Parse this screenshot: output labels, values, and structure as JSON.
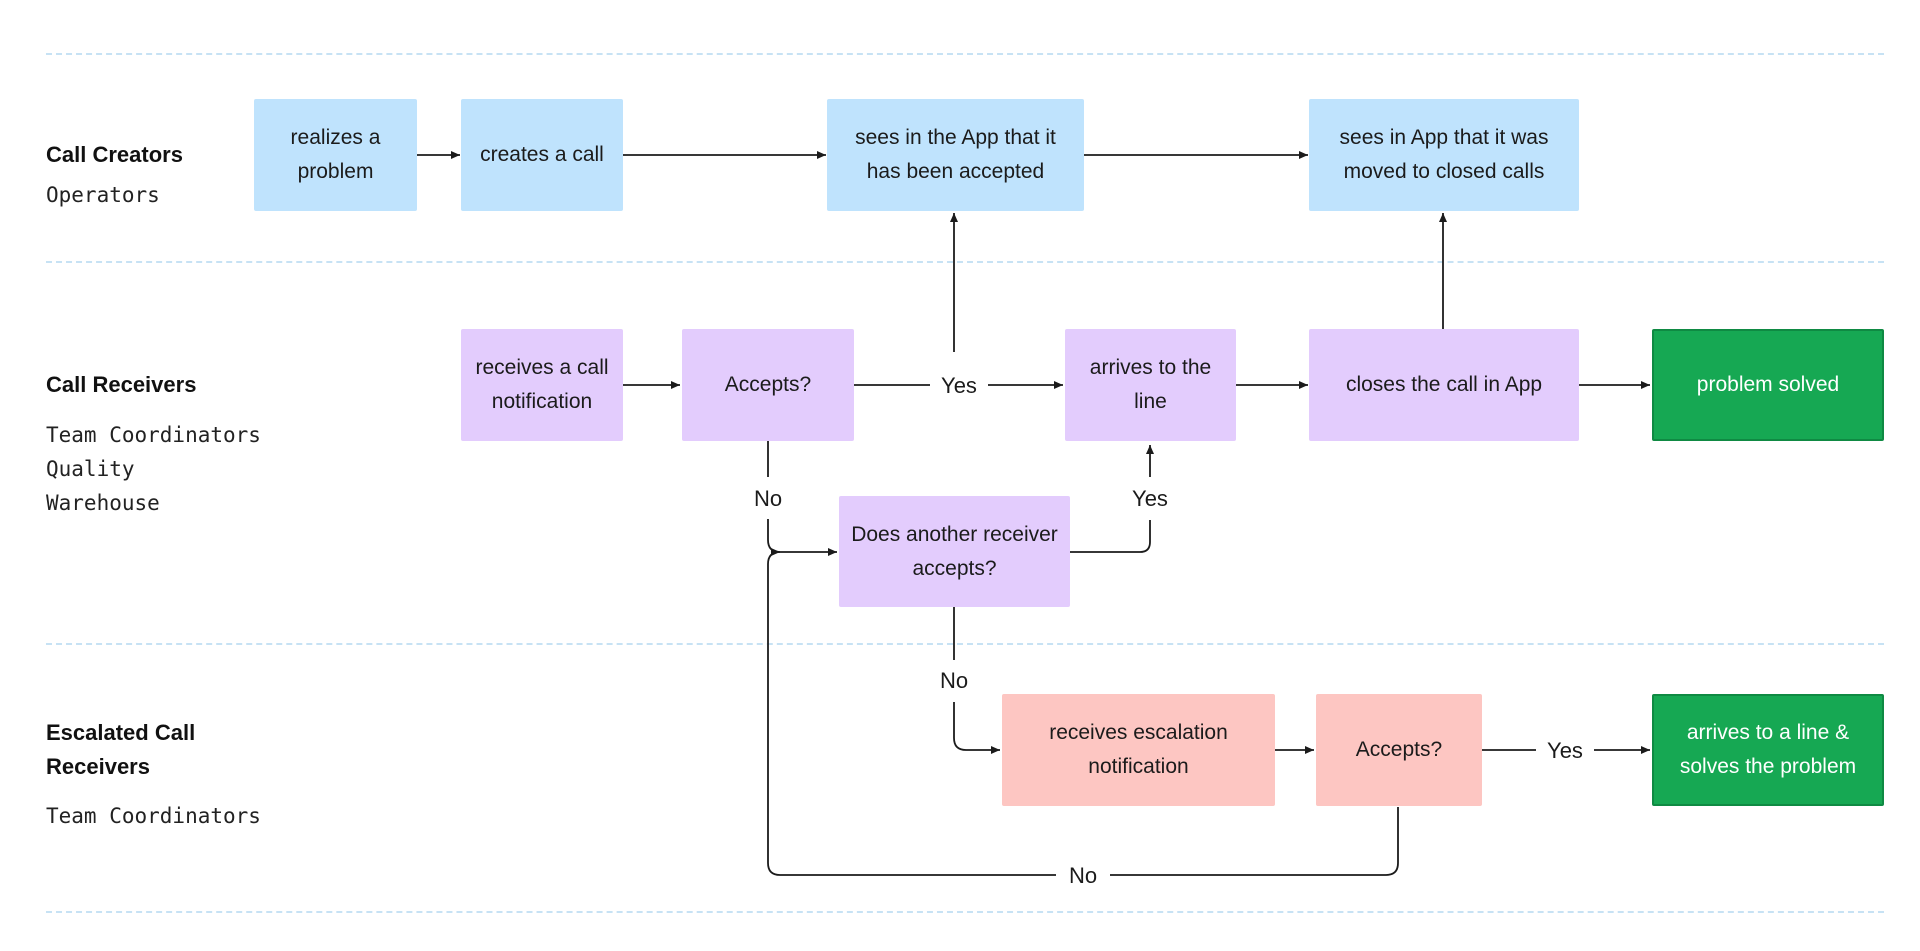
{
  "lanes": [
    {
      "title": "Call Creators",
      "subtitle": "Operators"
    },
    {
      "title": "Call Receivers",
      "subtitle": "Team Coordinators\nQuality\nWarehouse"
    },
    {
      "title": "Escalated Call\nReceivers",
      "subtitle": "Team Coordinators"
    }
  ],
  "nodes": {
    "realizes_problem": "realizes a problem",
    "creates_call": "creates a call",
    "sees_accepted": "sees in the App that it has been accepted",
    "sees_closed": "sees in App that it was moved to closed calls",
    "receives_notification": "receives a call notification",
    "accepts_1": "Accepts?",
    "arrives_line": "arrives to the line",
    "closes_call": "closes the call in App",
    "problem_solved": "problem solved",
    "another_receiver": "Does  another receiver accepts?",
    "receives_escalation": "receives escalation notification",
    "accepts_2": "Accepts?",
    "arrives_solves": "arrives to a line & solves the problem"
  },
  "edge_labels": {
    "yes_1": "Yes",
    "no_1": "No",
    "yes_2": "Yes",
    "no_2": "No",
    "yes_3": "Yes",
    "no_3": "No"
  },
  "colors": {
    "creator_box": "#bfe3fd",
    "receiver_box": "#e3ccfd",
    "escalation_box": "#fdc6c2",
    "solved_box": "#16a853",
    "lane_divider": "#c7e2f4",
    "connector": "#1b1b1b"
  }
}
